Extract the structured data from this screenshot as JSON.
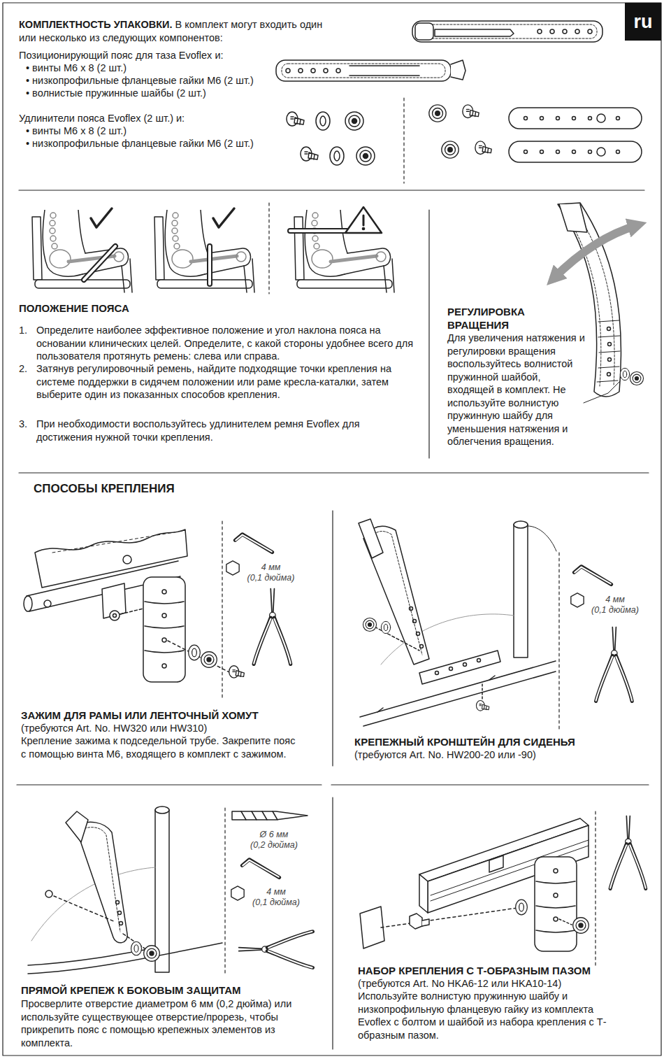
{
  "diagram": {
    "nodes": [
      {
        "text": [
          "ru"
        ]
      }
    ],
    "labels": [
      "КОМПЛЕКТНОСТЬ УПАКОВКИ.",
      "В комплект могут входить один или несколько из следующих компонентов:",
      "Позиционирующий пояс для таза Evoflex и:",
      "• винты M6 x 8 (2 шт.)",
      "• низкопрофильные фланцевые гайки M6 (2 шт.)",
      "• волнистые пружинные шайбы (2 шт.)",
      "Удлинители пояса Evoflex (2 шт.) и:",
      "• винты M6 x 8 (2 шт.)",
      "• низкопрофильные фланцевые гайки M6 (2 шт.)",
      "ПОЛОЖЕНИЕ ПОЯСА",
      "1.",
      "Определите наиболее эффективное положение и угол наклона пояса на основании клинических целей. Определите, с какой стороны удобнее всего для пользователя протянуть ремень: слева или справа.",
      "2.",
      "Затянув регулировочный ремень, найдите подходящие точки крепления на системе поддержки в сидячем положении или раме кресла-каталки, затем выберите один из показанных способов крепления.",
      "3.",
      "При необходимости воспользуйтесь удлинителем ремня Evoflex для достижения нужной точки крепления.",
      "РЕГУЛИРОВКА ВРАЩЕНИЯ",
      "Для увеличения натяжения и регулировки вращения воспользуйтесь волнистой пружинной шайбой, входящей в комплект. Не используйте волнистую пружинную шайбу для уменьшения натяжения и облегчения вращения.",
      "СПОСОБЫ КРЕПЛЕНИЯ",
      "4 мм",
      "(0,1 дюйма)",
      "ЗАЖИМ ДЛЯ РАМЫ ИЛИ ЛЕНТОЧНЫЙ ХОМУТ",
      "(требуются Art. No. HW320 или HW310)",
      "Крепление зажима к подседельной трубе. Закрепите пояс с помощью винта M6, входящего в комплект с зажимом.",
      "4 мм",
      "(0,1 дюйма)",
      "КРЕПЕЖНЫЙ КРОНШТЕЙН ДЛЯ СИДЕНЬЯ",
      "(требуются Art. No. HW200-20 или -90)",
      "Ø 6 мм",
      "(0,2 дюйма)",
      "4 мм",
      "(0,1 дюйма)",
      "ПРЯМОЙ КРЕПЕЖ К БОКОВЫМ ЗАЩИТАМ",
      "Просверлите отверстие диаметром 6 мм (0,2 дюйма) или используйте существующее отверстие/прорезь, чтобы прикрепить пояс с помощью крепежных элементов из комплекта.",
      "НАБОР КРЕПЛЕНИЯ С Т-ОБРАЗНЫМ ПАЗОМ",
      "(требуются Art. No HKA6-12 или HKA10-14)",
      "Используйте волнистую пружинную шайбу и низкопрофильную фланцевую гайку из комплекта Evoflex с болтом и шайбой из набора крепления с Т-образным пазом."
    ]
  }
}
